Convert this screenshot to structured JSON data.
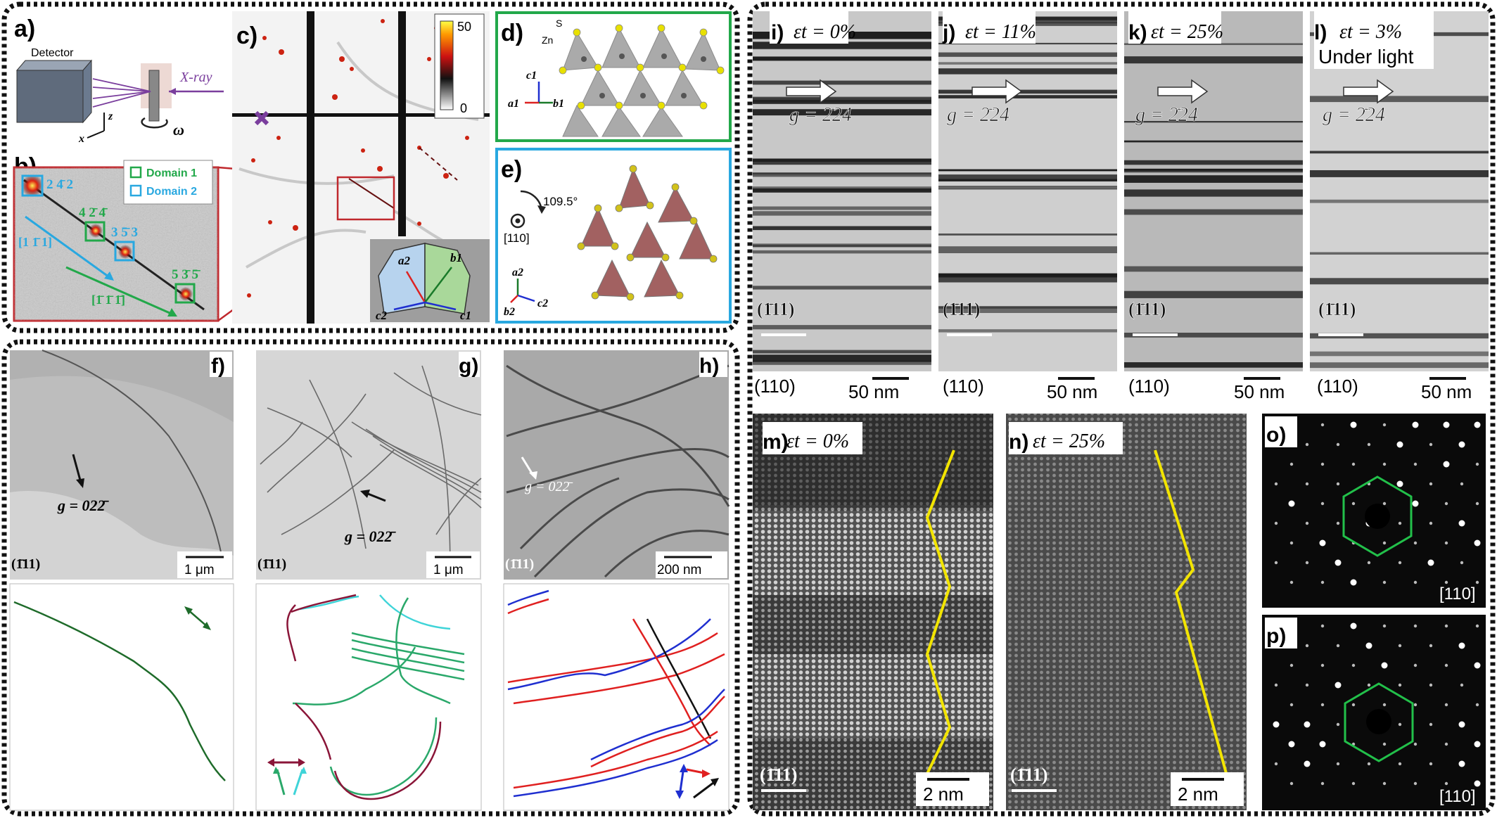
{
  "panels": {
    "a": {
      "label": "a)",
      "detector": "Detector",
      "xray": "X-ray",
      "omega": "ω",
      "axis_x": "x",
      "axis_z": "z"
    },
    "b": {
      "label": "b)",
      "legend_domain1": "Domain 1",
      "legend_domain2": "Domain 2",
      "spots": [
        "2 4̄ 2",
        "4 2̄ 4̄",
        "3 5̄ 3",
        "5 3̄ 5̄"
      ],
      "dir_blue": "[1 1̄ 1]",
      "dir_green": "[1̄ 1̄ 1̄]"
    },
    "c": {
      "label": "c)",
      "colorbar_max": "50",
      "colorbar_min": "0",
      "axes": [
        "a2",
        "b1",
        "c2",
        "c1"
      ]
    },
    "d": {
      "label": "d)",
      "atom_s": "S",
      "atom_zn": "Zn",
      "axes": [
        "c1",
        "a1",
        "b1"
      ]
    },
    "e": {
      "label": "e)",
      "angle": "109.5°",
      "zone": "[110]",
      "axes": [
        "a2",
        "c2",
        "b2"
      ]
    },
    "f": {
      "label": "f)",
      "g": "g = 022̄",
      "plane": "(1̄11)",
      "scale": "1 μm"
    },
    "g": {
      "label": "g)",
      "g": "g = 022̄",
      "plane": "(1̄11)",
      "scale": "1 μm"
    },
    "h": {
      "label": "h)",
      "g": "g = 022̄",
      "plane": "(1̄11)",
      "scale": "200 nm"
    },
    "i": {
      "label": "i)",
      "strain": "εt = 0%",
      "g": "g = 2̄24",
      "plane": "(1̄11)",
      "zone": "(110)",
      "scale": "50 nm"
    },
    "j": {
      "label": "j)",
      "strain": "εt = 11%",
      "g": "g = 2̄24",
      "plane": "(1̄11)",
      "zone": "(110)",
      "scale": "50 nm"
    },
    "k": {
      "label": "k)",
      "strain": "εt = 25%",
      "g": "g = 2̄24",
      "plane": "(1̄11)",
      "zone": "(110)",
      "scale": "50 nm"
    },
    "l": {
      "label": "l)",
      "strain": "εt = 3%",
      "note": "Under light",
      "g": "g = 2̄24",
      "plane": "(1̄11)",
      "zone": "(110)",
      "scale": "50 nm"
    },
    "m": {
      "label": "m)",
      "strain": "εt = 0%",
      "plane": "(1̄11)",
      "scale": "2 nm"
    },
    "n": {
      "label": "n)",
      "strain": "εt = 25%",
      "plane": "(1̄11)",
      "scale": "2 nm"
    },
    "o": {
      "label": "o)",
      "zone": "[110]"
    },
    "p": {
      "label": "p)",
      "zone": "[110]"
    }
  },
  "colors": {
    "domain1": "#22a84a",
    "domain2": "#29a8e0",
    "frame_red": "#c0282d",
    "xray": "#7a3e9d",
    "yellow": "#f2e400",
    "dark_green": "#1e6b2a",
    "magenta": "#8a1538",
    "cyan": "#3fd4d8",
    "blue": "#1f2fd0",
    "red": "#e02020"
  }
}
